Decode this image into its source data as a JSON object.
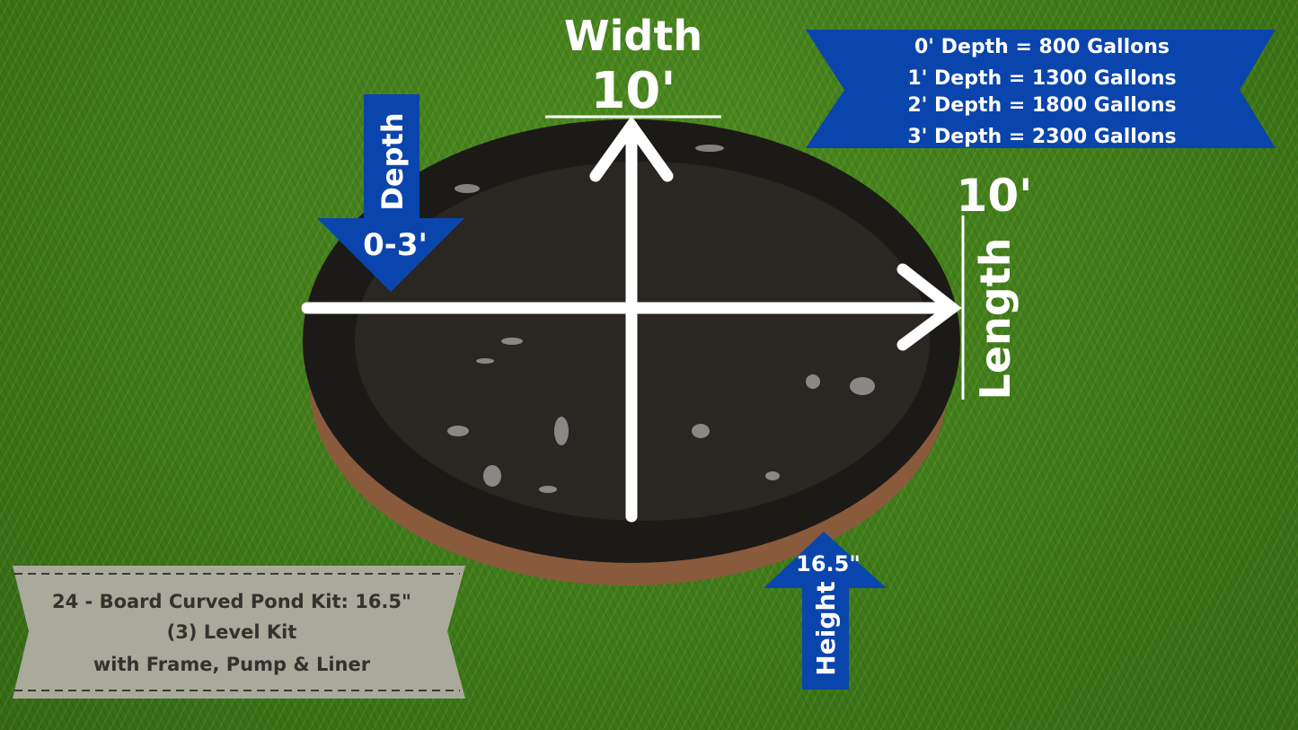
{
  "width": {
    "label": "Width",
    "value": "10'"
  },
  "length": {
    "label": "Length",
    "value": "10'"
  },
  "depth": {
    "label": "Depth",
    "value": "0-3'"
  },
  "height": {
    "label": "Height",
    "value": "16.5\""
  },
  "gallons": [
    "0' Depth = 800 Gallons",
    "1' Depth = 1300 Gallons",
    "2' Depth = 1800 Gallons",
    "3' Depth = 2300 Gallons"
  ],
  "product": {
    "line1": "24 - Board Curved Pond Kit: 16.5\"",
    "line2": "(3) Level Kit",
    "line3": "with Frame, Pump & Liner"
  },
  "colors": {
    "blue": "#0a45ad",
    "banner": "#a9aa9c",
    "banner_text": "#33322c"
  }
}
